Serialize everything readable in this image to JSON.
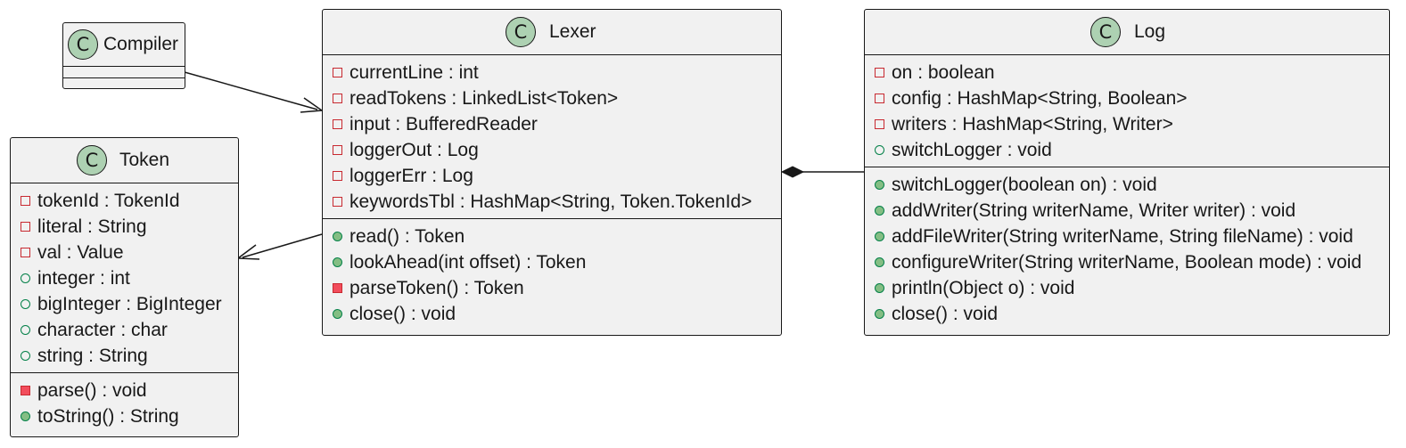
{
  "classes": {
    "compiler": {
      "stereotype": "C",
      "name": "Compiler",
      "attributes": [],
      "methods": []
    },
    "lexer": {
      "stereotype": "C",
      "name": "Lexer",
      "attributes": [
        {
          "visibility": "private",
          "text": "currentLine : int"
        },
        {
          "visibility": "private",
          "text": "readTokens : LinkedList<Token>"
        },
        {
          "visibility": "private",
          "text": "input : BufferedReader"
        },
        {
          "visibility": "private",
          "text": "loggerOut : Log"
        },
        {
          "visibility": "private",
          "text": "loggerErr : Log"
        },
        {
          "visibility": "private",
          "text": "keywordsTbl : HashMap<String, Token.TokenId>"
        }
      ],
      "methods": [
        {
          "visibility": "public",
          "text": "read() : Token"
        },
        {
          "visibility": "public",
          "text": "lookAhead(int offset) : Token"
        },
        {
          "visibility": "private",
          "text": "parseToken() : Token"
        },
        {
          "visibility": "public",
          "text": "close() : void"
        }
      ]
    },
    "log": {
      "stereotype": "C",
      "name": "Log",
      "attributes": [
        {
          "visibility": "private",
          "text": "on : boolean"
        },
        {
          "visibility": "private",
          "text": "config : HashMap<String, Boolean>"
        },
        {
          "visibility": "private",
          "text": "writers : HashMap<String, Writer>"
        },
        {
          "visibility": "public",
          "text": "switchLogger : void"
        }
      ],
      "methods": [
        {
          "visibility": "public",
          "text": "switchLogger(boolean on) : void"
        },
        {
          "visibility": "public",
          "text": "addWriter(String writerName, Writer writer) : void"
        },
        {
          "visibility": "public",
          "text": "addFileWriter(String writerName, String fileName) : void"
        },
        {
          "visibility": "public",
          "text": "configureWriter(String writerName, Boolean mode) : void"
        },
        {
          "visibility": "public",
          "text": "println(Object o) : void"
        },
        {
          "visibility": "public",
          "text": "close() : void"
        }
      ]
    },
    "token": {
      "stereotype": "C",
      "name": "Token",
      "attributes": [
        {
          "visibility": "private",
          "text": "tokenId : TokenId"
        },
        {
          "visibility": "private",
          "text": "literal : String"
        },
        {
          "visibility": "private",
          "text": "val : Value"
        },
        {
          "visibility": "public",
          "text": "integer : int"
        },
        {
          "visibility": "public",
          "text": "bigInteger : BigInteger"
        },
        {
          "visibility": "public",
          "text": "character : char"
        },
        {
          "visibility": "public",
          "text": "string : String"
        }
      ],
      "methods": [
        {
          "visibility": "private",
          "text": "parse() : void"
        },
        {
          "visibility": "public",
          "text": "toString() : String"
        }
      ]
    }
  },
  "relations": [
    {
      "from": "compiler",
      "to": "lexer",
      "type": "association-arrow"
    },
    {
      "from": "lexer",
      "to": "token",
      "type": "association-arrow"
    },
    {
      "from": "log",
      "to": "lexer",
      "type": "composition"
    }
  ],
  "colors": {
    "class_fill": "#f1f1f1",
    "class_border": "#181818",
    "stereotype_circle": "#add1b2",
    "private_marker": "#c82930",
    "private_method_fill": "#f24d5c",
    "public_marker": "#038048",
    "public_method_fill": "#84be84"
  }
}
